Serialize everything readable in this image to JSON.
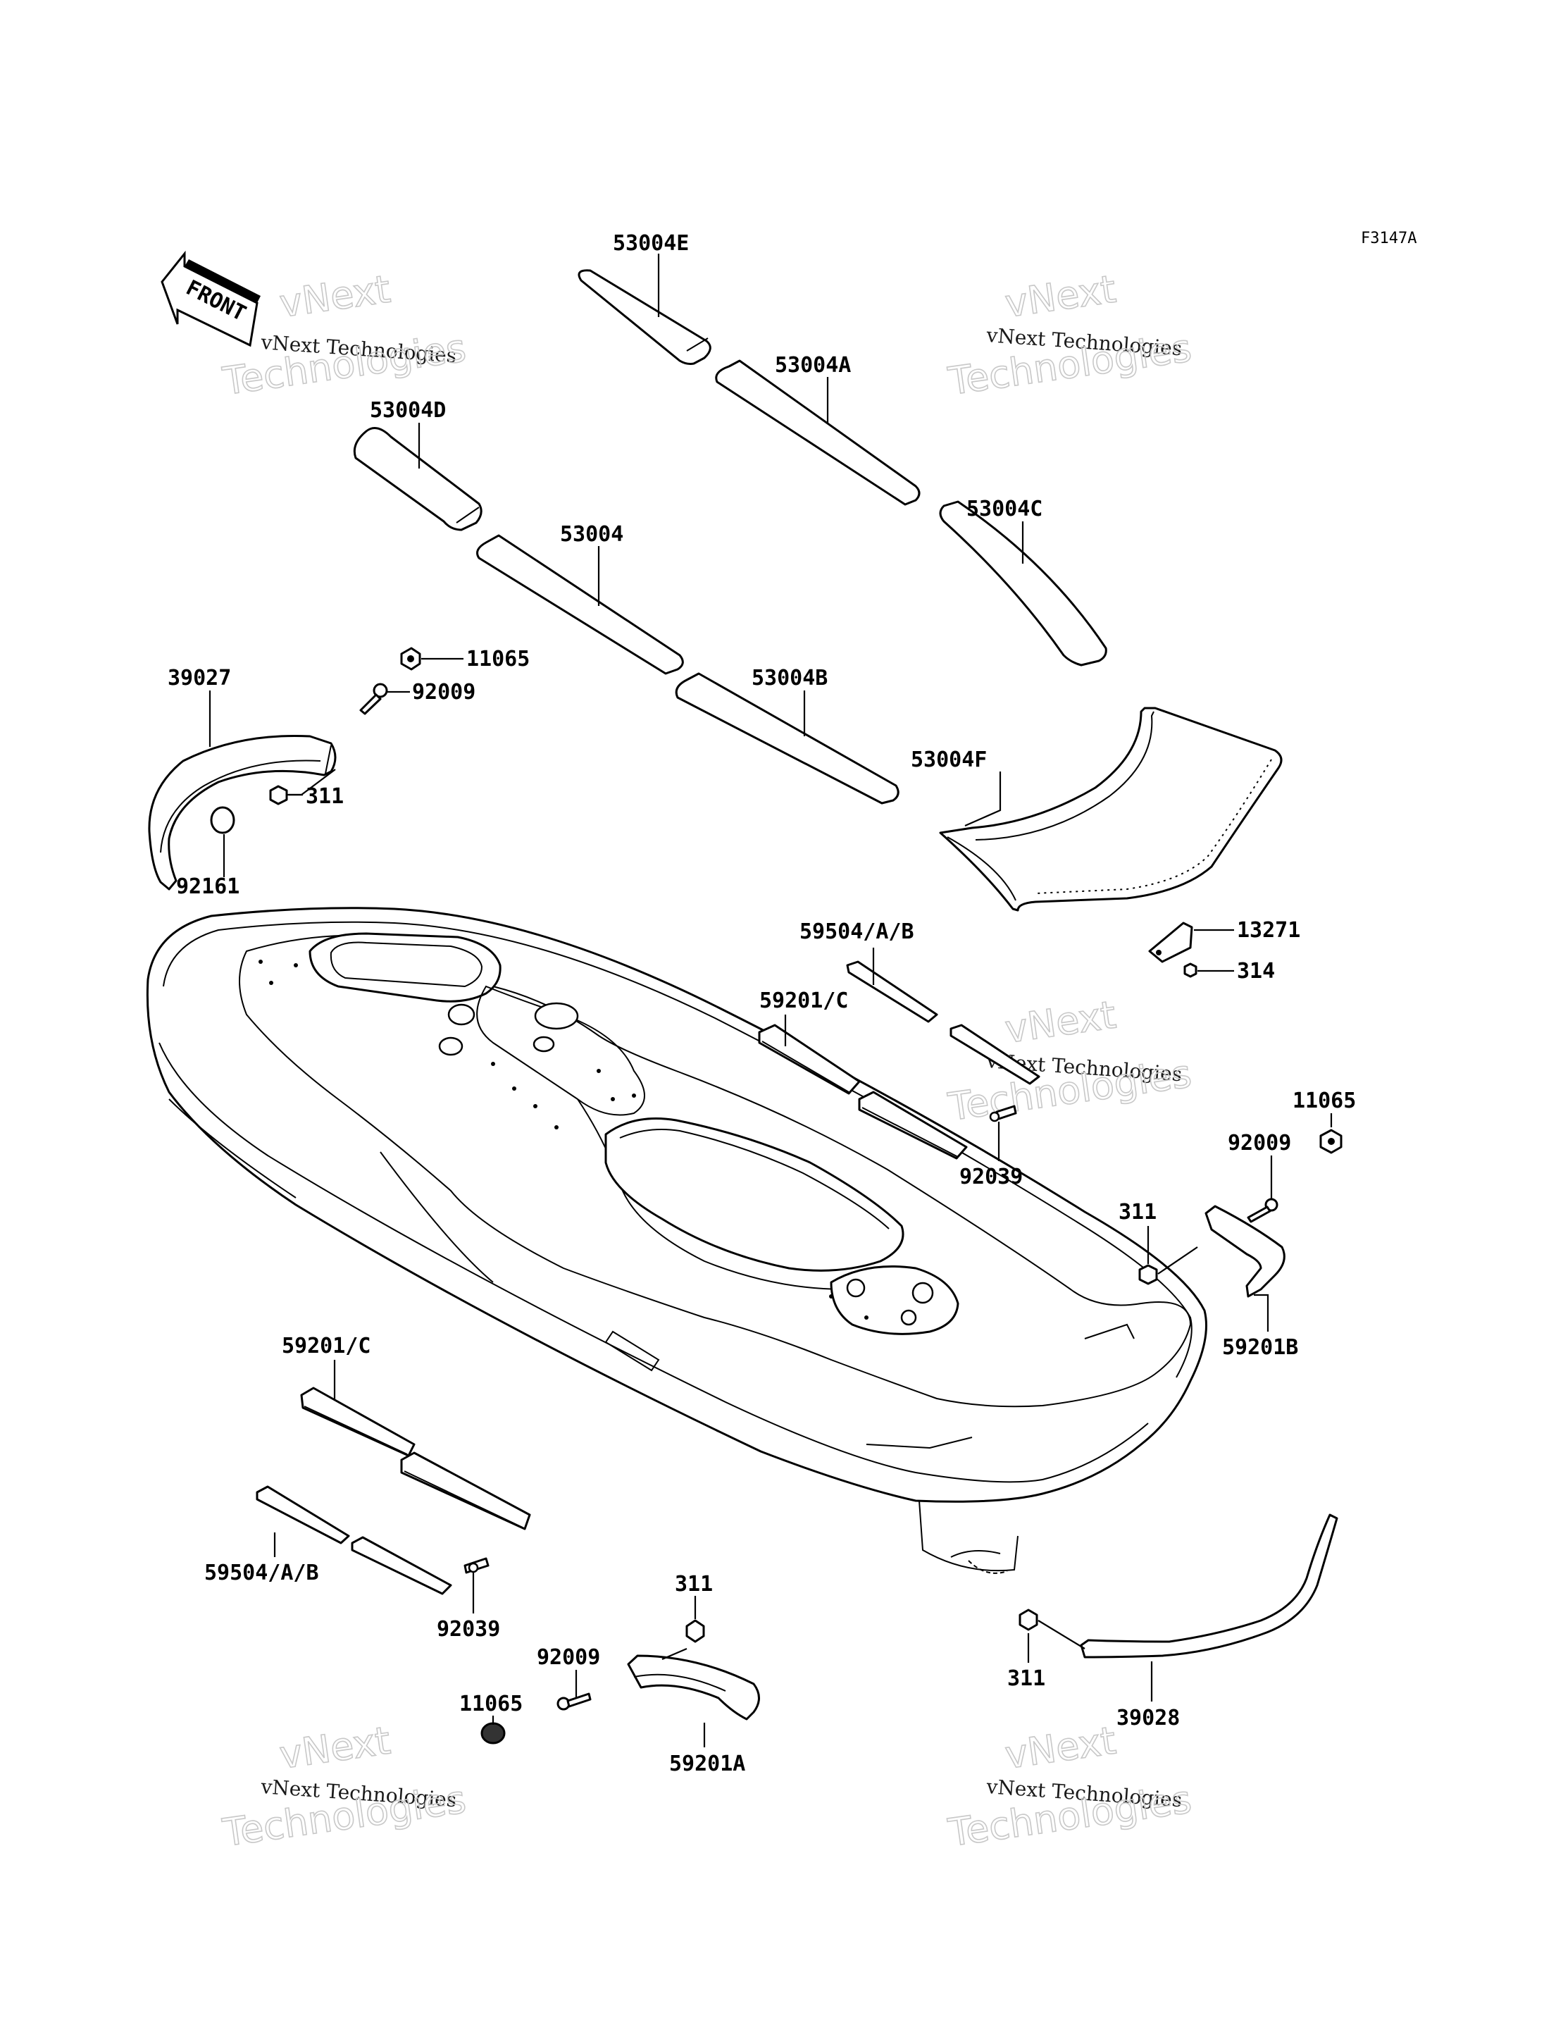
{
  "figure_code": "F3147A",
  "front_label": "FRONT",
  "watermark": {
    "line1": "vNext",
    "line2": "vNext Technologies",
    "line3": "Technologies"
  },
  "callouts": {
    "p53004E": "53004E",
    "p53004A": "53004A",
    "p53004D": "53004D",
    "p53004C": "53004C",
    "p53004": "53004",
    "p53004B": "53004B",
    "p53004F": "53004F",
    "p39027": "39027",
    "p11065_top": "11065",
    "p92009_top": "92009",
    "p311_top": "311",
    "p92161": "92161",
    "p59504_top": "59504/A/B",
    "p59201C_top": "59201/C",
    "p13271": "13271",
    "p314": "314",
    "p92039_top": "92039",
    "p11065_right": "11065",
    "p92009_right": "92009",
    "p311_right": "311",
    "p59201B": "59201B",
    "p59201C_bottom": "59201/C",
    "p59504_bottom": "59504/A/B",
    "p92039_bottom": "92039",
    "p311_bottom": "311",
    "p92009_bottom": "92009",
    "p11065_bottom": "11065",
    "p59201A": "59201A",
    "p311_rail": "311",
    "p39028": "39028"
  }
}
